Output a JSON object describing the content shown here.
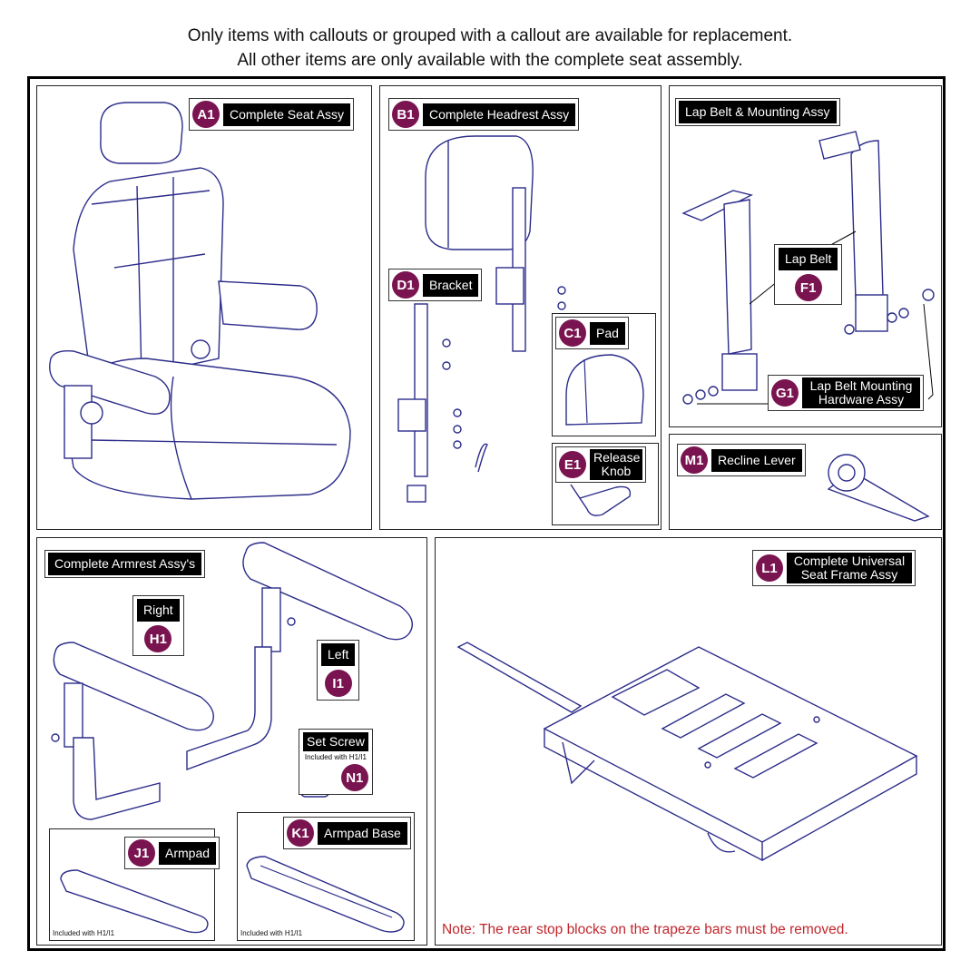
{
  "header": {
    "line1": "Only items with callouts or grouped with a callout are available for replacement.",
    "line2": "All other items are only available with the complete seat assembly."
  },
  "colors": {
    "badge": "#7a1450",
    "label_bg": "#000000",
    "line_art": "#2c2c8a",
    "note": "#c1272d"
  },
  "callouts": {
    "a1": {
      "code": "A1",
      "label": "Complete Seat Assy"
    },
    "b1": {
      "code": "B1",
      "label": "Complete Headrest Assy"
    },
    "d1": {
      "code": "D1",
      "label": "Bracket"
    },
    "c1": {
      "code": "C1",
      "label": "Pad"
    },
    "e1": {
      "code": "E1",
      "label": "Release Knob"
    },
    "lap_belt_mounting": {
      "label": "Lap Belt & Mounting Assy"
    },
    "f1": {
      "code": "F1",
      "label": "Lap Belt"
    },
    "g1": {
      "code": "G1",
      "label": "Lap Belt Mounting Hardware Assy"
    },
    "m1": {
      "code": "M1",
      "label": "Recline Lever"
    },
    "armrest": {
      "label": "Complete Armrest Assy's"
    },
    "h1": {
      "code": "H1",
      "label": "Right"
    },
    "i1": {
      "code": "I1",
      "label": "Left"
    },
    "n1": {
      "code": "N1",
      "label": "Set Screw",
      "sublabel": "Included with H1/I1"
    },
    "j1": {
      "code": "J1",
      "label": "Armpad",
      "footnote": "Included with H1/I1"
    },
    "k1": {
      "code": "K1",
      "label": "Armpad Base",
      "footnote": "Included with H1/I1"
    },
    "l1": {
      "code": "L1",
      "label": "Complete Universal Seat Frame Assy"
    }
  },
  "note": "Note: The rear stop blocks on the trapeze bars must be removed."
}
